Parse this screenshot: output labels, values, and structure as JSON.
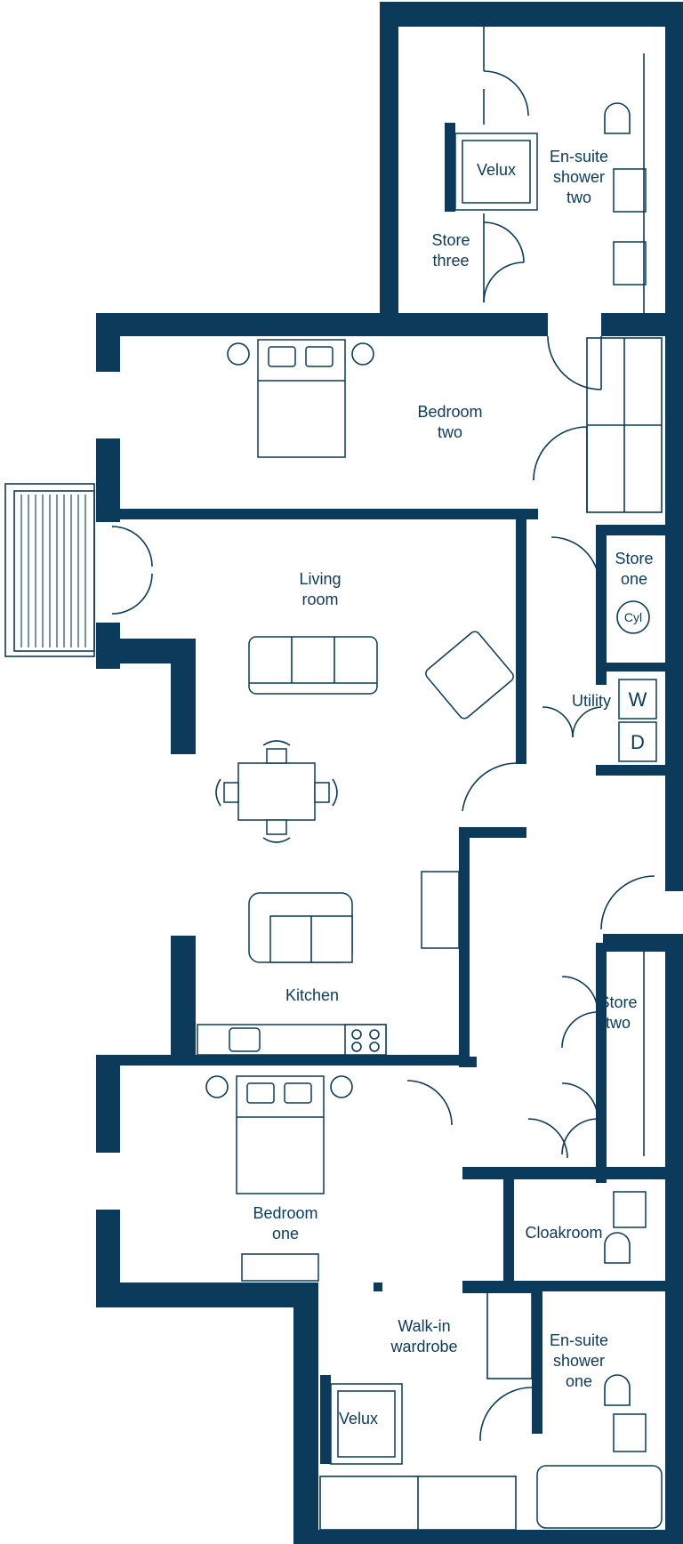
{
  "floorplan": {
    "colors": {
      "wall": "#0b3a5b",
      "background": "#ffffff"
    },
    "rooms": {
      "velux_top": "Velux",
      "ensuite_two": [
        "En-suite",
        "shower",
        "two"
      ],
      "store_three": [
        "Store",
        "three"
      ],
      "bedroom_two": [
        "Bedroom",
        "two"
      ],
      "store_one": [
        "Store",
        "one"
      ],
      "living_room": [
        "Living",
        "room"
      ],
      "utility": "Utility",
      "kitchen": "Kitchen",
      "store_two": [
        "Store",
        "two"
      ],
      "bedroom_one": [
        "Bedroom",
        "one"
      ],
      "cloakroom": "Cloakroom",
      "walk_in_wardrobe": [
        "Walk-in",
        "wardrobe"
      ],
      "ensuite_one": [
        "En-suite",
        "shower",
        "one"
      ],
      "velux_bottom": "Velux"
    },
    "appliances": {
      "cylinder": "Cyl",
      "washer": "W",
      "dryer": "D"
    }
  }
}
